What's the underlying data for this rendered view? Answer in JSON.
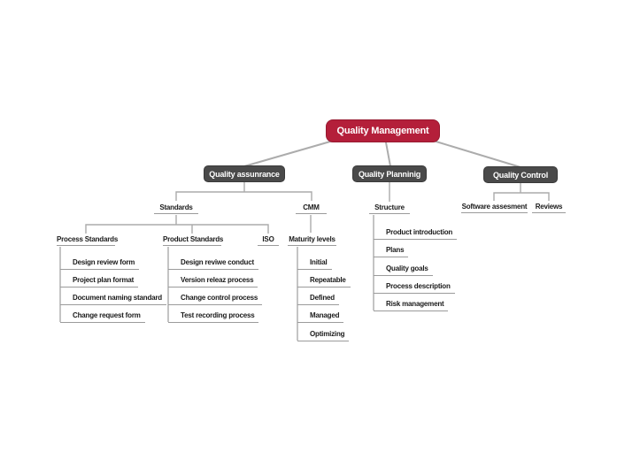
{
  "colors": {
    "root_node_bg": "#b41f3a",
    "branch_node_bg": "#4a4a4a",
    "node_text": "#ffffff",
    "label_text": "#1a1a1a",
    "connector_line": "#ababab",
    "underline": "#9b9b9b",
    "background": "#ffffff"
  },
  "root": {
    "label": "Quality Management"
  },
  "branches": [
    {
      "label": "Quality assunrance"
    },
    {
      "label": "Quality Planninig"
    },
    {
      "label": "Quality Control"
    }
  ],
  "assurance": {
    "standards": {
      "label": "Standards",
      "process": {
        "label": "Process Standards",
        "items": [
          "Design review form",
          "Project plan format",
          "Document naming standard",
          "Change request form"
        ]
      },
      "product": {
        "label": "Product Standards",
        "items": [
          "Design reviwe conduct",
          "Version releaz process",
          "Change control process",
          "Test recording process"
        ]
      },
      "iso": {
        "label": "ISO"
      }
    },
    "cmm": {
      "label": "CMM",
      "maturity": {
        "label": "Maturity levels",
        "items": [
          "Initial",
          "Repeatable",
          "Defined",
          "Managed",
          "Optimizing"
        ]
      }
    }
  },
  "planning": {
    "structure": {
      "label": "Structure",
      "items": [
        "Product introduction",
        "Plans",
        "Quality goals",
        "Process description",
        "Risk management"
      ]
    }
  },
  "control": {
    "children": [
      {
        "label": "Software assesment"
      },
      {
        "label": "Reviews"
      }
    ]
  }
}
